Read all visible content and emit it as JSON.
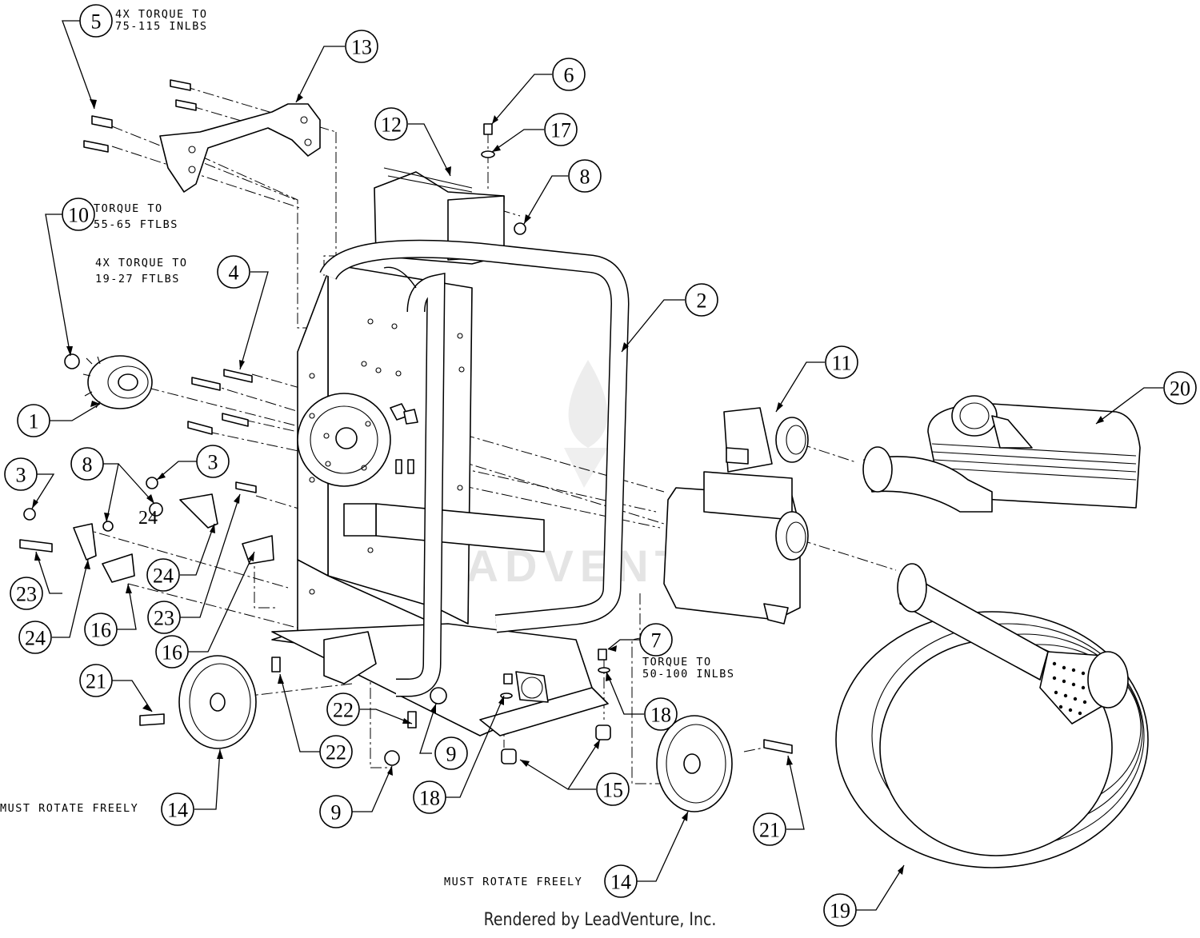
{
  "watermark": "LEADVENTURE",
  "footer": "Rendered by LeadVenture, Inc.",
  "notes": {
    "n5_line1": "4X TORQUE TO",
    "n5_line2": "75-115 INLBS",
    "n10_line1": "TORQUE TO",
    "n10_line2": "55-65 FTLBS",
    "n4_line1": "4X TORQUE TO",
    "n4_line2": "19-27 FTLBS",
    "n7_line1": "TORQUE TO",
    "n7_line2": "50-100 INLBS",
    "rotate_left": "MUST ROTATE FREELY",
    "rotate_right": "MUST ROTATE FREELY"
  },
  "callouts": [
    {
      "id": "c5",
      "label": "5"
    },
    {
      "id": "c13",
      "label": "13"
    },
    {
      "id": "c6",
      "label": "6"
    },
    {
      "id": "c12",
      "label": "12"
    },
    {
      "id": "c17",
      "label": "17"
    },
    {
      "id": "c8a",
      "label": "8"
    },
    {
      "id": "c10",
      "label": "10"
    },
    {
      "id": "c4",
      "label": "4"
    },
    {
      "id": "c2",
      "label": "2"
    },
    {
      "id": "c11",
      "label": "11"
    },
    {
      "id": "c20",
      "label": "20"
    },
    {
      "id": "c1",
      "label": "1"
    },
    {
      "id": "c3a",
      "label": "3"
    },
    {
      "id": "c8b",
      "label": "8"
    },
    {
      "id": "c3b",
      "label": "3"
    },
    {
      "id": "c24a",
      "label": "24"
    },
    {
      "id": "c23a",
      "label": "23"
    },
    {
      "id": "c24b",
      "label": "24"
    },
    {
      "id": "c16a",
      "label": "16"
    },
    {
      "id": "c23b",
      "label": "23"
    },
    {
      "id": "c24c",
      "label": "24"
    },
    {
      "id": "c16b",
      "label": "16"
    },
    {
      "id": "c7",
      "label": "7"
    },
    {
      "id": "c21a",
      "label": "21"
    },
    {
      "id": "c22a",
      "label": "22"
    },
    {
      "id": "c18a",
      "label": "18"
    },
    {
      "id": "c9a",
      "label": "9"
    },
    {
      "id": "c22b",
      "label": "22"
    },
    {
      "id": "c14a",
      "label": "14"
    },
    {
      "id": "c15",
      "label": "15"
    },
    {
      "id": "c18b",
      "label": "18"
    },
    {
      "id": "c9b",
      "label": "9"
    },
    {
      "id": "c21b",
      "label": "21"
    },
    {
      "id": "c14b",
      "label": "14"
    },
    {
      "id": "c19",
      "label": "19"
    }
  ]
}
